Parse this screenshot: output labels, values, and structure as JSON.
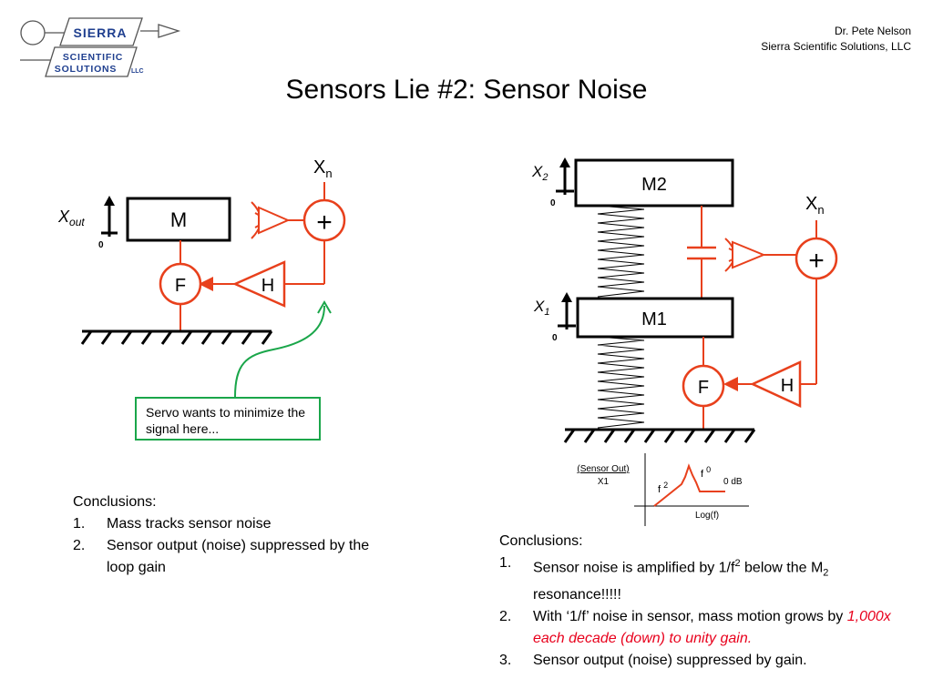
{
  "header": {
    "logo": {
      "line1": "Sierra",
      "line2": "Scientific",
      "line3": "Solutions",
      "suffix": "LLC"
    },
    "author": "Dr. Pete Nelson",
    "company": "Sierra Scientific Solutions, LLC"
  },
  "title": "Sensors Lie #2: Sensor Noise",
  "left_diagram": {
    "mass_label": "M",
    "force_label": "F",
    "filter_label": "H",
    "sum_symbol": "+",
    "noise_label": "X",
    "noise_sub": "n",
    "position_label": "X",
    "position_sub": "out",
    "zero_label": "0",
    "callout": "Servo wants to minimize the signal here..."
  },
  "right_diagram": {
    "upper_mass_label": "M2",
    "lower_mass_label": "M1",
    "force_label": "F",
    "filter_label": "H",
    "sum_symbol": "+",
    "noise_label": "X",
    "noise_sub": "n",
    "x2_label": "X",
    "x2_sub": "2",
    "x1_label": "X",
    "x1_sub": "1",
    "zero_label": "0"
  },
  "inset_plot": {
    "ylabel_top": "(Sensor Out)",
    "ylabel_bottom": "X1",
    "xlabel": "Log(f)",
    "slope_label": "f",
    "slope_exp": "2",
    "flat_label": "f",
    "flat_exp": "0",
    "db_label": "0 dB"
  },
  "conclusions_left": {
    "heading": "Conclusions:",
    "items": [
      {
        "num": "1.",
        "text": "Mass tracks sensor noise"
      },
      {
        "num": "2.",
        "text": "Sensor output (noise) suppressed by the loop gain"
      }
    ]
  },
  "conclusions_right": {
    "heading": "Conclusions:",
    "item1": {
      "num": "1.",
      "pre": "Sensor noise is amplified by 1/f",
      "sup": "2",
      "mid": " below the M",
      "sub": "2",
      "post": " resonance!!!!!"
    },
    "item2": {
      "num": "2.",
      "pre": "With ‘1/f’ noise in sensor, mass motion grows by ",
      "highlight": "1,000x each decade (down) to unity gain."
    },
    "item3": {
      "num": "3.",
      "text": "Sensor output (noise) suppressed by gain."
    }
  },
  "colors": {
    "loop": "#e8401c",
    "callout_border": "#1aa64a",
    "highlight": "#e8001c",
    "logo_blue": "#1f3f8f"
  }
}
